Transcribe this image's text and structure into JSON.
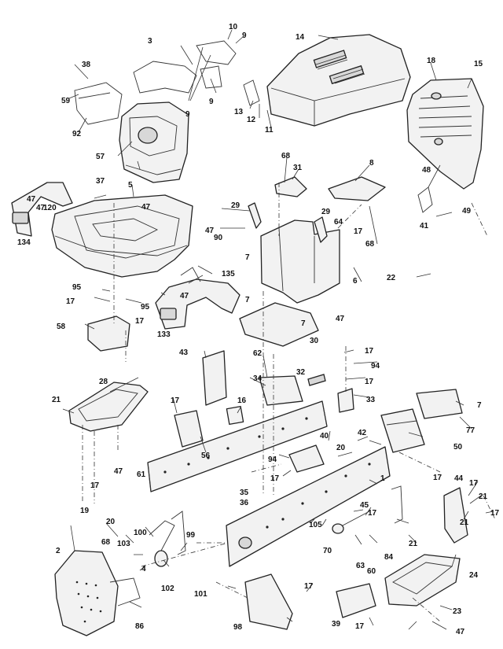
{
  "labels": {
    "l1": "1",
    "l2": "2",
    "l3": "3",
    "l4": "4",
    "l5": "5",
    "l6": "6",
    "l7a": "7",
    "l7b": "7",
    "l7c": "7",
    "l7d": "7",
    "l8": "8",
    "l9a": "9",
    "l9b": "9",
    "l9c": "9",
    "l10": "10",
    "l11": "11",
    "l12": "12",
    "l13": "13",
    "l14": "14",
    "l15": "15",
    "l16": "16",
    "l17a": "17",
    "l17b": "17",
    "l17c": "17",
    "l17d": "17",
    "l17e": "17",
    "l17f": "17",
    "l17g": "17",
    "l17h": "17",
    "l17i": "17",
    "l17j": "17",
    "l17k": "17",
    "l17l": "17",
    "l17m": "17",
    "l18": "18",
    "l19": "19",
    "l20a": "20",
    "l20b": "20",
    "l21a": "21",
    "l21b": "21",
    "l21c": "21",
    "l21d": "21",
    "l22": "22",
    "l23": "23",
    "l24": "24",
    "l28": "28",
    "l29a": "29",
    "l29b": "29",
    "l30": "30",
    "l31": "31",
    "l32": "32",
    "l33": "33",
    "l34": "34",
    "l35": "35",
    "l36": "36",
    "l37": "37",
    "l38": "38",
    "l39": "39",
    "l40": "40",
    "l41": "41",
    "l42": "42",
    "l43": "43",
    "l44": "44",
    "l45": "45",
    "l47a": "47",
    "l47b": "47",
    "l47c": "47",
    "l47d": "47",
    "l47e": "47",
    "l47f": "47",
    "l47g": "47",
    "l48": "48",
    "l49": "49",
    "l50": "50",
    "l56": "56",
    "l57": "57",
    "l58": "58",
    "l59": "59",
    "l60": "60",
    "l61": "61",
    "l62": "62",
    "l63": "63",
    "l64": "64",
    "l68a": "68",
    "l68b": "68",
    "l68c": "68",
    "l70": "70",
    "l77": "77",
    "l84": "84",
    "l86": "86",
    "l90": "90",
    "l92": "92",
    "l94a": "94",
    "l94b": "94",
    "l95a": "95",
    "l95b": "95",
    "l98": "98",
    "l99": "99",
    "l100": "100",
    "l101": "101",
    "l102": "102",
    "l103": "103",
    "l105": "105",
    "l120": "120",
    "l133": "133",
    "l134": "134",
    "l135": "135"
  }
}
